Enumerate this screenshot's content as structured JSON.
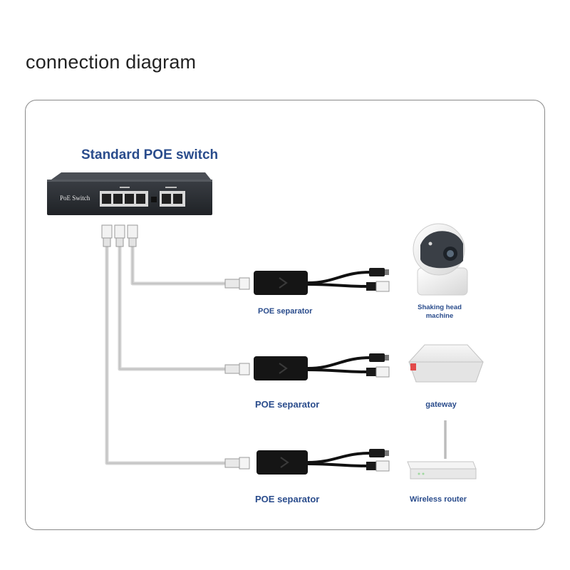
{
  "page_title": "connection diagram",
  "switch": {
    "title": "Standard POE switch",
    "panel_label": "PoE Switch"
  },
  "rows": [
    {
      "separator_label": "POE separator",
      "device_label_line1": "Shaking head",
      "device_label_line2": "machine",
      "device_icon": "camera-icon"
    },
    {
      "separator_label": "POE separator",
      "device_label_line1": "gateway",
      "device_label_line2": "",
      "device_icon": "gateway-icon"
    },
    {
      "separator_label": "POE separator",
      "device_label_line1": "Wireless router",
      "device_label_line2": "",
      "device_icon": "router-icon"
    }
  ],
  "colors": {
    "label_blue": "#2a4c8c",
    "switch_body": "#2b2e33",
    "cable_grey": "#d9d9d9",
    "separator_black": "#151515"
  }
}
